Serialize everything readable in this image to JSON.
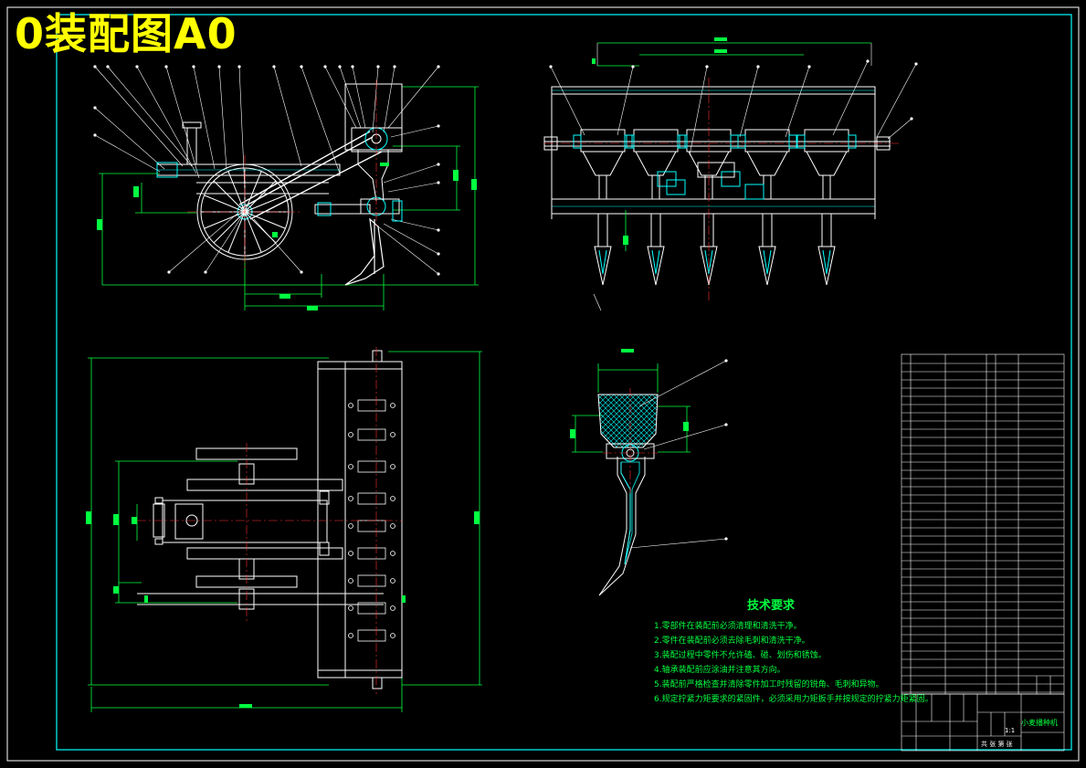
{
  "title": "0装配图A0",
  "technical_requirements": {
    "heading": "技术要求",
    "items": [
      "1.零部件在装配前必须清理和清洗干净。",
      "2.零件在装配前必须去除毛刺和清洗干净。",
      "3.装配过程中零件不允许磕、碰、划伤和锈蚀。",
      "4.轴承装配前应涂油并注意其方向。",
      "5.装配前严格检查并清除零件加工时残留的锐角、毛刺和异物。",
      "6.规定拧紧力矩要求的紧固件，必须采用力矩扳手并按规定的拧紧力矩紧固。"
    ]
  },
  "title_block": {
    "product_name": "小麦播种机",
    "scale": "1:1",
    "sheet_label": "共 张 第 张"
  },
  "colors": {
    "background": "#000000",
    "frame": "#00ffff",
    "outline": "#ffffff",
    "dimension": "#00ff40",
    "centerline": "#ff3030",
    "title": "#ffff00"
  }
}
